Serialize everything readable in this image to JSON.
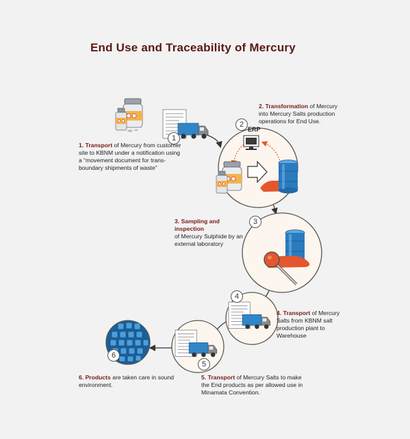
{
  "title": "End Use and Traceability of Mercury",
  "erp_label": "ERP",
  "steps": [
    {
      "number": "1",
      "num_label": "1.",
      "keyword": "Transport",
      "text": " of Mercury from customer site to KBNM under a notification using a “movement document for trans-boundary shipments of waste”"
    },
    {
      "number": "2",
      "num_label": "2.",
      "keyword": "Transformation",
      "text": " of Mercury into Mercury Salts production operations for End Use."
    },
    {
      "number": "3",
      "num_label": "3.",
      "keyword": "Sampling and inspection",
      "text": "of Mercury Sulphide by an external laboratory"
    },
    {
      "number": "4",
      "num_label": "4.",
      "keyword": "Transport",
      "text": " of Mercury Salts from KBNM salt production plant to Warehouse"
    },
    {
      "number": "5",
      "num_label": "5.",
      "keyword": "Transport",
      "text": " of Mercury Salts to make the End products as per allowed use in Minamata Convention."
    },
    {
      "number": "6",
      "num_label": "6.",
      "keyword": "Products",
      "text": " are taken care in sound environment."
    }
  ],
  "colors": {
    "title": "#5a1a16",
    "keyword": "#7a1a16",
    "circle_fill": "#fdf6ee",
    "circle_stroke": "#555555",
    "barrel": "#2b7bbf",
    "truck": "#2f86c8",
    "powder": "#e4572e",
    "arrow": "#333333"
  }
}
